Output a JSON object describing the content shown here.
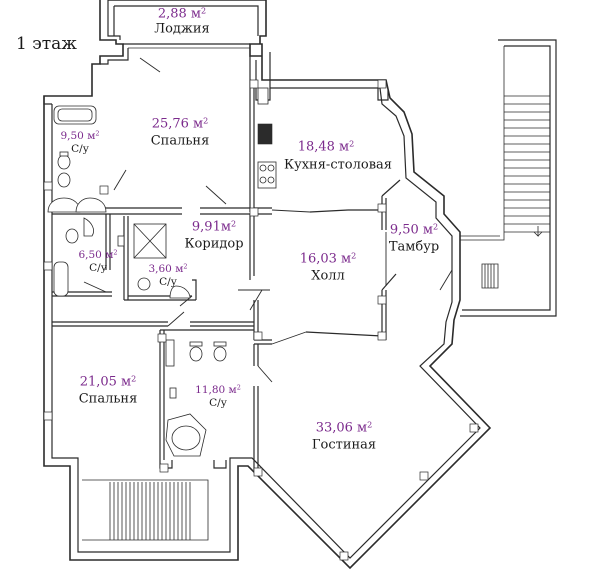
{
  "floor_label": "1 этаж",
  "rooms": [
    {
      "id": "loggia",
      "area": "2,88 м",
      "name": "Лоджия"
    },
    {
      "id": "bedroom1",
      "area": "25,76 м",
      "name": "Спальня"
    },
    {
      "id": "bath1",
      "area": "9,50 м",
      "name": "С/у"
    },
    {
      "id": "kitchen",
      "area": "18,48 м",
      "name": "Кухня-столовая"
    },
    {
      "id": "corridor",
      "area": "9,91м",
      "name": "Коридор"
    },
    {
      "id": "bath2",
      "area": "6,50 м",
      "name": "С/у"
    },
    {
      "id": "bath3",
      "area": "3,60 м",
      "name": "С/у"
    },
    {
      "id": "hall",
      "area": "16,03 м",
      "name": "Холл"
    },
    {
      "id": "vestibule",
      "area": "9,50 м",
      "name": "Тамбур"
    },
    {
      "id": "bedroom2",
      "area": "21,05 м",
      "name": "Спальня"
    },
    {
      "id": "bath4",
      "area": "11,80 м",
      "name": "С/у"
    },
    {
      "id": "living",
      "area": "33,06 м",
      "name": "Гостиная"
    }
  ],
  "area_superscript": "2",
  "colors": {
    "area_text": "#7b2a8c",
    "walls": "#2b2b2b",
    "label_text": "#1a1a1a"
  }
}
